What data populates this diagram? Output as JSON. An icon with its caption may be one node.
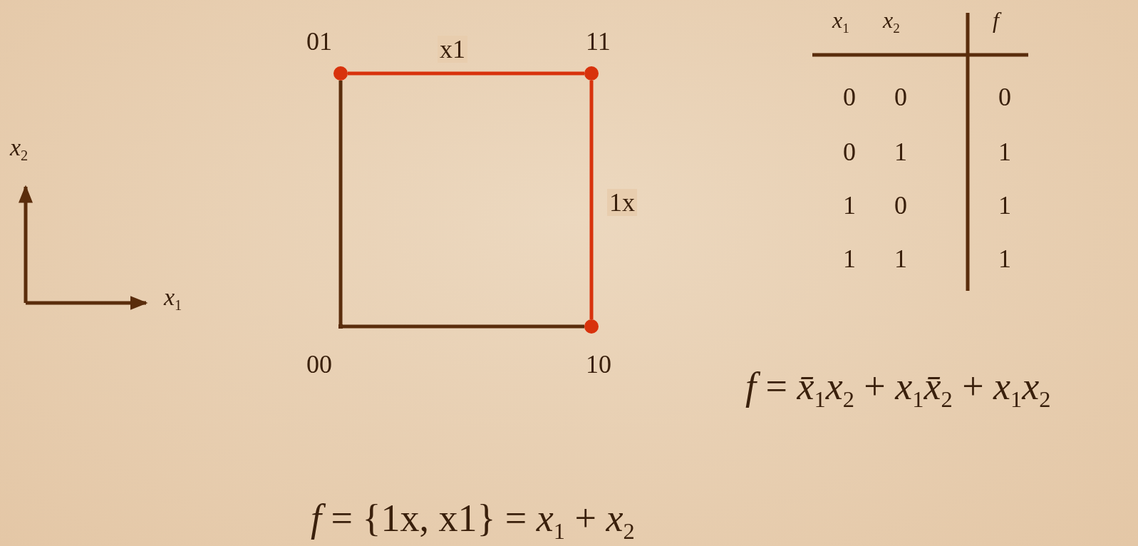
{
  "diagram": {
    "nodes": [
      {
        "text": [],
        "shape": "circle",
        "beside": [
          "01"
        ]
      },
      {
        "text": [],
        "shape": "circle",
        "beside": [
          "11"
        ]
      },
      {
        "text": [],
        "shape": "corner",
        "beside": [
          "00"
        ]
      },
      {
        "text": [],
        "shape": "circle",
        "beside": [
          "10"
        ]
      }
    ],
    "edges": [
      {
        "from": 0,
        "to": 1,
        "arrow": "none",
        "label": "x1",
        "color": "#d8320c"
      },
      {
        "from": 1,
        "to": 3,
        "arrow": "none",
        "label": "1x",
        "color": "#d8320c"
      },
      {
        "from": 0,
        "to": 2,
        "arrow": "none",
        "color": "#5a2d0c"
      },
      {
        "from": 2,
        "to": 3,
        "arrow": "none",
        "color": "#5a2d0c"
      }
    ],
    "labels": [
      "*x*$_{1}$",
      "*x*$_{2}$",
      "f",
      "0",
      "0",
      "0",
      "0",
      "1",
      "1",
      "1",
      "0",
      "1",
      "1",
      "1",
      "1",
      "*x*$_{2}$",
      "*x*$_{1}$",
      "*f* = *x̄*$_{1}$*x*$_{2}$ + *x*$_{1}$*x̄*$_{2}$ + *x*$_{1}$*x*$_{2}$",
      "*f* = {1x, x1} = *x*$_{1}$ + *x*$_{2}$"
    ]
  }
}
